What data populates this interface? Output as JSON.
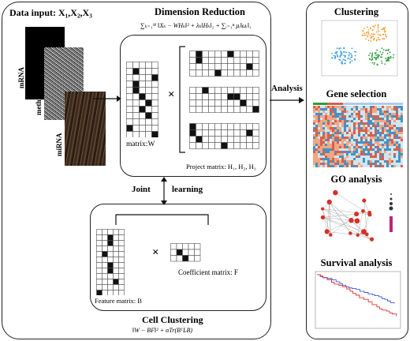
{
  "left": {
    "data_input_label": "Data input: X₁,X₂,X₃",
    "omics_labels": [
      "mRNA",
      "methyl",
      "miRNA"
    ],
    "dimension_reduction": {
      "title": "Dimension Reduction",
      "formula": "∑ₖ₌₁ᴹ ‖Xₖ − WHₖ‖² + λₖ‖Hₖ‖₂ + ∑ᵢ₌₁ⁿ μᵢ‖ωᵢ‖₁",
      "matrix_w_label": "matrix:W",
      "project_label": "Project matrix: H₁, H₂, H₃",
      "times": "×"
    },
    "joint_learning": {
      "left": "Joint",
      "right": "learning"
    },
    "cell_clustering": {
      "title": "Cell Clustering",
      "formula": "‖W − BF‖² + αTr(BᵀLB)",
      "feature_label": "Feature matrix: B",
      "coefficient_label": "Coefficient matrix: F",
      "times": "×"
    }
  },
  "arrow_label": "Analysis",
  "right": {
    "panels": [
      {
        "title": "Clustering"
      },
      {
        "title": "Gene selection"
      },
      {
        "title": "GO analysis"
      },
      {
        "title": "Survival analysis"
      }
    ]
  },
  "colors": {
    "cluster_1": "#3a9fd6",
    "cluster_2": "#f29a2e",
    "cluster_3": "#2e9c3a",
    "heat_high": "#d6604d",
    "heat_low": "#4393c3",
    "go_node": "#d73027"
  }
}
